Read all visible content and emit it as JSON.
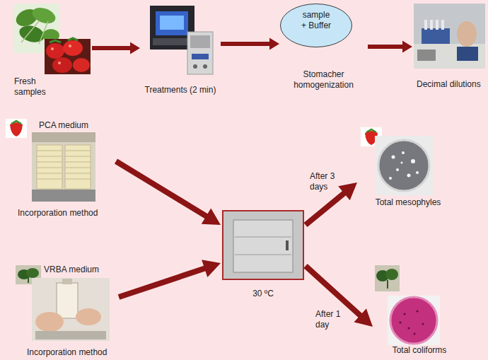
{
  "diagram": {
    "nodes": [
      {
        "text": [
          "Fresh samples"
        ]
      },
      {
        "text": [
          "Treatments (2 min)"
        ]
      },
      {
        "text": [
          "sample + Buffer",
          "Stomacher homogenization"
        ]
      },
      {
        "text": [
          "Decimal dilutions"
        ]
      },
      {
        "text": [
          "PCA medium",
          "Incorporation method"
        ]
      },
      {
        "text": [
          "30 ºC"
        ]
      },
      {
        "text": [
          "Total mesophyles"
        ]
      },
      {
        "text": [
          "VRBA medium",
          "Incorporation method"
        ]
      },
      {
        "text": [
          "Total coliforms"
        ]
      }
    ],
    "edges": [
      {
        "from": 0,
        "to": 1,
        "arrow": "to"
      },
      {
        "from": 1,
        "to": 2,
        "arrow": "to"
      },
      {
        "from": 2,
        "to": 3,
        "arrow": "to"
      },
      {
        "from": 4,
        "to": 5,
        "arrow": "to"
      },
      {
        "from": 7,
        "to": 5,
        "arrow": "to"
      },
      {
        "from": 5,
        "to": 6,
        "label": "After 3 days",
        "arrow": "to"
      },
      {
        "from": 5,
        "to": 8,
        "label": "After 1 day",
        "arrow": "to"
      }
    ]
  }
}
